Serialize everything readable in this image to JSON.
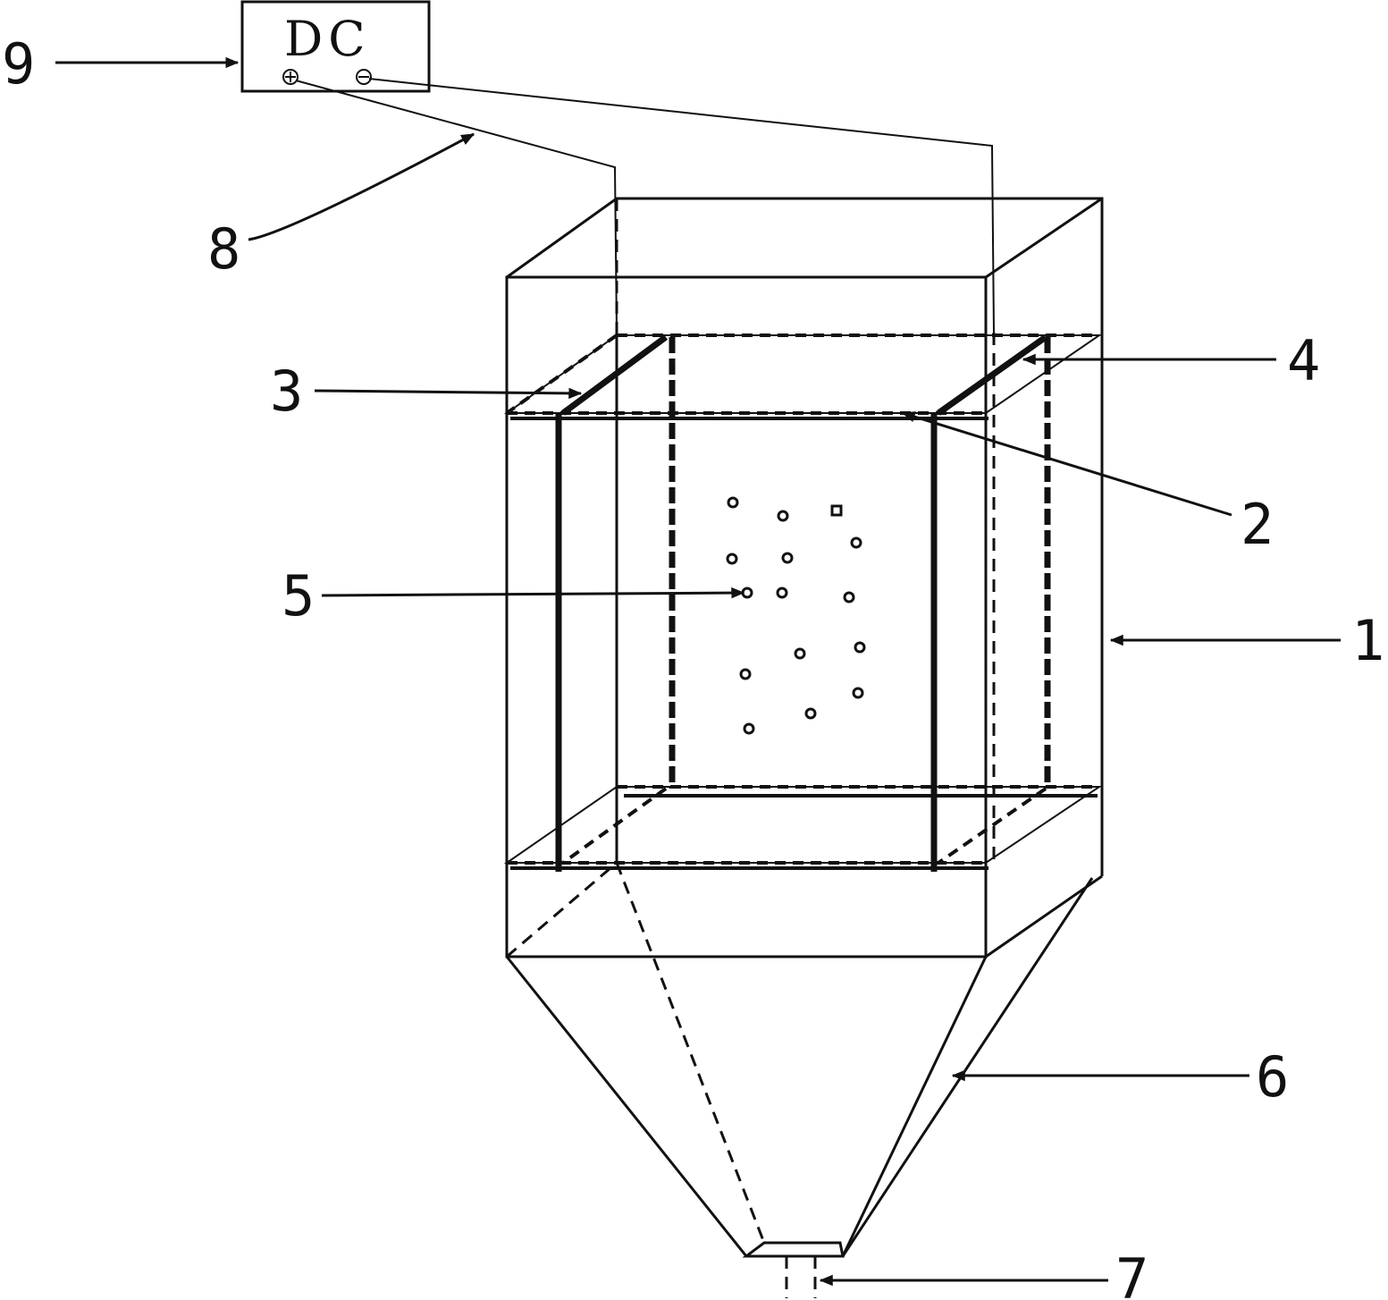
{
  "power_supply": {
    "label": "DC",
    "positive_symbol": "⊕",
    "negative_symbol": "⊖"
  },
  "callouts": [
    "9",
    "8",
    "3",
    "4",
    "2",
    "5",
    "1",
    "6",
    "7"
  ]
}
